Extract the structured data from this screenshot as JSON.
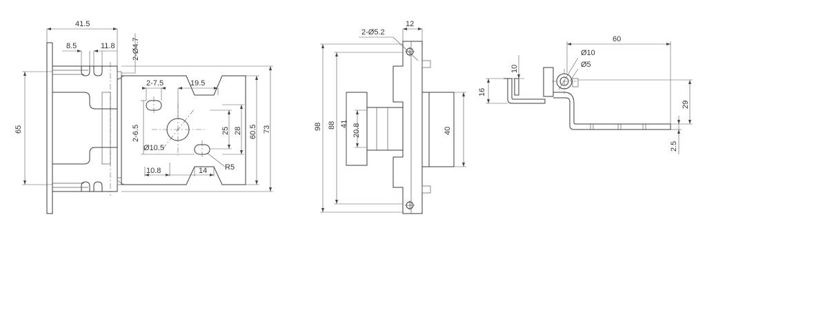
{
  "front_view": {
    "dim_width_total": "41.5",
    "dim_slot_spacing": "8.5",
    "dim_slot_width": "11.8",
    "dim_mount_holes": "2-Ø4.7",
    "dim_height_65": "65",
    "dim_slots": "2-7.5",
    "dim_19_5": "19.5",
    "dim_2_6_5": "2-6.5",
    "dim_center_hole": "Ø10.5",
    "dim_25": "25",
    "dim_28": "28",
    "dim_60_5": "60.5",
    "dim_73": "73",
    "dim_10_8": "10.8",
    "dim_14": "14",
    "dim_r5": "R5"
  },
  "side_view": {
    "dim_holes": "2-Ø5.2",
    "dim_12": "12",
    "dim_98": "98",
    "dim_88": "88",
    "dim_41": "41",
    "dim_20_8": "20.8",
    "dim_40": "40"
  },
  "top_view": {
    "dim_60": "60",
    "dim_d10": "Ø10",
    "dim_d5": "Ø5",
    "dim_10": "10",
    "dim_16": "16",
    "dim_29": "29",
    "dim_2_5": "2.5"
  }
}
